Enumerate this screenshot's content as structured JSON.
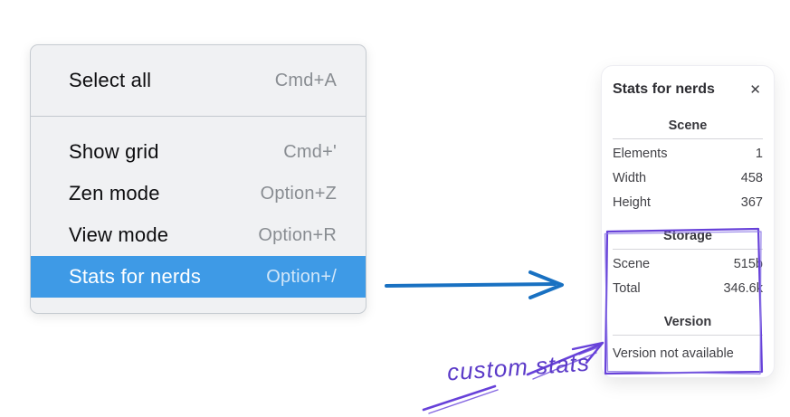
{
  "context_menu": {
    "sections": [
      {
        "items": [
          {
            "label": "Select all",
            "shortcut": "Cmd+A"
          }
        ]
      },
      {
        "items": [
          {
            "label": "Show grid",
            "shortcut": "Cmd+'"
          },
          {
            "label": "Zen mode",
            "shortcut": "Option+Z"
          },
          {
            "label": "View mode",
            "shortcut": "Option+R"
          },
          {
            "label": "Stats for nerds",
            "shortcut": "Option+/",
            "highlighted": true
          }
        ]
      }
    ]
  },
  "stats_panel": {
    "title": "Stats for nerds",
    "close_icon": "✕",
    "sections": [
      {
        "header": "Scene",
        "rows": [
          {
            "label": "Elements",
            "value": "1"
          },
          {
            "label": "Width",
            "value": "458"
          },
          {
            "label": "Height",
            "value": "367"
          }
        ]
      },
      {
        "header": "Storage",
        "rows": [
          {
            "label": "Scene",
            "value": "515b"
          },
          {
            "label": "Total",
            "value": "346.6k"
          }
        ]
      },
      {
        "header": "Version",
        "note": "Version not available"
      }
    ]
  },
  "annotations": {
    "custom_stats_label": "custom stats"
  },
  "colors": {
    "menu_highlight": "#3e9ae6",
    "blue_arrow": "#1971c2",
    "annotation_violet": "#6741d9"
  }
}
